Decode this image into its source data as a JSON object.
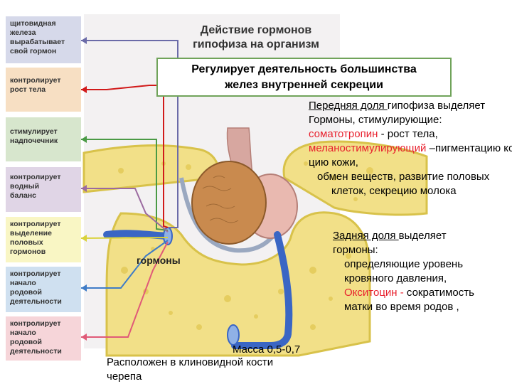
{
  "title": {
    "line1": "Действие гормонов",
    "line2": "гипофиза на организм"
  },
  "banner": {
    "line1": "Регулирует деятельность большинства",
    "line2": "желез внутренней секреции"
  },
  "left_boxes": [
    {
      "lines": [
        "щитовидная",
        "железа",
        "вырабатывает",
        "свой гормон"
      ],
      "color": "#d6d9ea",
      "line_color": "#6b6ba8"
    },
    {
      "lines": [
        "контролирует",
        "рост тела"
      ],
      "color": "#f7dfc3",
      "line_color": "#d11a1a"
    },
    {
      "lines": [
        "стимулирует",
        "надпочечник"
      ],
      "color": "#d7e6cd",
      "line_color": "#4a9a45"
    },
    {
      "lines": [
        "контролирует",
        "водный",
        "баланс"
      ],
      "color": "#e0d5e6",
      "line_color": "#9b6aa0"
    },
    {
      "lines": [
        "контролирует",
        "выделение",
        "половых",
        "гормонов"
      ],
      "color": "#f9f6c4",
      "line_color": "#d9d23a"
    },
    {
      "lines": [
        "контролирует",
        "начало",
        "родовой",
        "деятельности"
      ],
      "color": "#cfe0f0",
      "line_color": "#3f7cc7"
    },
    {
      "lines": [
        "контролирует",
        "начало",
        "родовой",
        "деятельности"
      ],
      "color": "#f6d5d9",
      "line_color": "#e05a78"
    }
  ],
  "hormones_label": "гормоны",
  "anterior": {
    "line1_ul": "Передняя доля ",
    "line1_rest": "гипофиза выделяет",
    "line2": "Гормоны, стимулирующие:",
    "line3_red": "соматотропин ",
    "line3_rest": "- рост тела,",
    "line4_red": "меланостимулирующий",
    "line4_rest": " –пигментацию кожи,",
    "line5": "цию кожи,",
    "line6": "обмен веществ, развитие половых",
    "line7": "клеток,  секрецию молока"
  },
  "posterior": {
    "line1_ul": "Задняя доля ",
    "line1_rest": "выделяет",
    "line2": "гормоны:",
    "line3": "определяющие уровень",
    "line4": "кровяного давления,",
    "line5_red": "Окситоцин -",
    "line5_rest": " сократимость",
    "line6": "матки   во время родов ,"
  },
  "mass": {
    "line1": "Масса 0,5-0,7"
  },
  "location": {
    "line1": "Расположен в клиновидной кости",
    "line2": "черепа"
  },
  "colors": {
    "bone": "#f2e088",
    "bone_edge": "#d8c24a",
    "gland": "#c98a4e",
    "vessel": "#3a66c4",
    "banner_border": "#70a35a"
  }
}
